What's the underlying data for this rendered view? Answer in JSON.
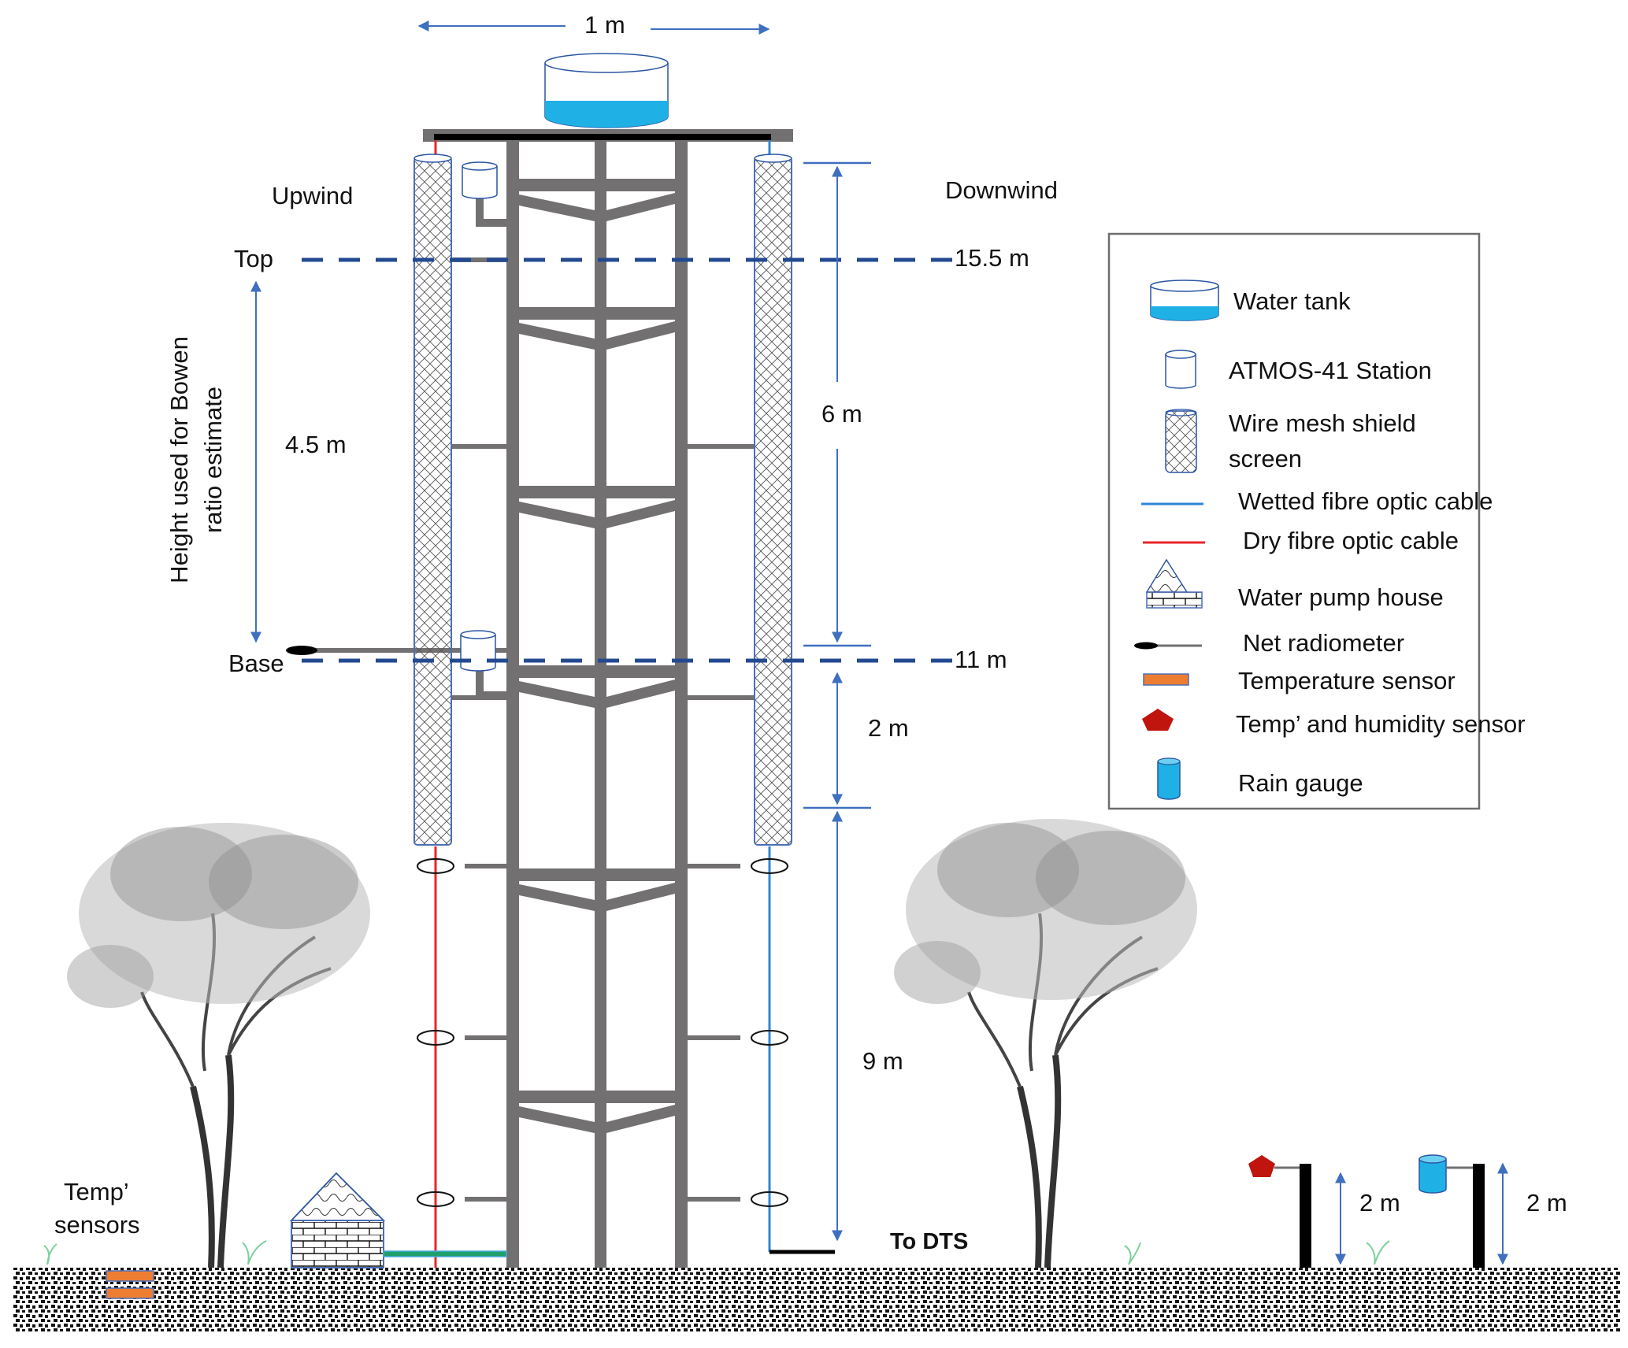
{
  "title": "Tower instrumentation layout for Bowen ratio estimation",
  "colors": {
    "tower": "#727071",
    "dimension": "#3f6fbf",
    "dashed_line": "#234a91",
    "wetted_cable": "#2f86d6",
    "dry_cable": "#e8262a",
    "water": "#1fb0e6",
    "temp_sensor": "#ed7d31",
    "humidity_sensor": "#c0140f",
    "pipe": "#1fa06a",
    "legend_border": "#6d6d6d",
    "grass": "#7dcf9c"
  },
  "labels": {
    "width_dimension": "1 m",
    "upwind": "Upwind",
    "downwind": "Downwind",
    "top": "Top",
    "base": "Base",
    "bowen_height_line1": "Height used for Bowen",
    "bowen_height_line2": "ratio estimate",
    "bowen_span": "4.5 m",
    "top_height": "15.5 m",
    "base_height": "11 m",
    "dim_upper": "6 m",
    "dim_middle": "2 m",
    "dim_lower": "9 m",
    "to_dts": "To DTS",
    "temp_sensors_line1": "Temp’",
    "temp_sensors_line2": "sensors",
    "humidity_pole_height": "2 m",
    "rain_gauge_pole_height": "2 m"
  },
  "legend": {
    "items": [
      {
        "icon": "water-tank-icon",
        "label": "Water tank"
      },
      {
        "icon": "atmos-station-icon",
        "label": "ATMOS-41 Station"
      },
      {
        "icon": "wire-mesh-shield-icon",
        "label_line1": "Wire mesh shield",
        "label_line2": "screen"
      },
      {
        "icon": "wetted-cable-icon",
        "label": "Wetted fibre optic cable"
      },
      {
        "icon": "dry-cable-icon",
        "label": "Dry fibre optic cable"
      },
      {
        "icon": "pump-house-icon",
        "label": "Water pump house"
      },
      {
        "icon": "net-radiometer-icon",
        "label": "Net radiometer"
      },
      {
        "icon": "temperature-sensor-icon",
        "label": "Temperature sensor"
      },
      {
        "icon": "humidity-sensor-icon",
        "label": "Temp’ and humidity sensor"
      },
      {
        "icon": "rain-gauge-icon",
        "label": "Rain gauge"
      }
    ]
  }
}
